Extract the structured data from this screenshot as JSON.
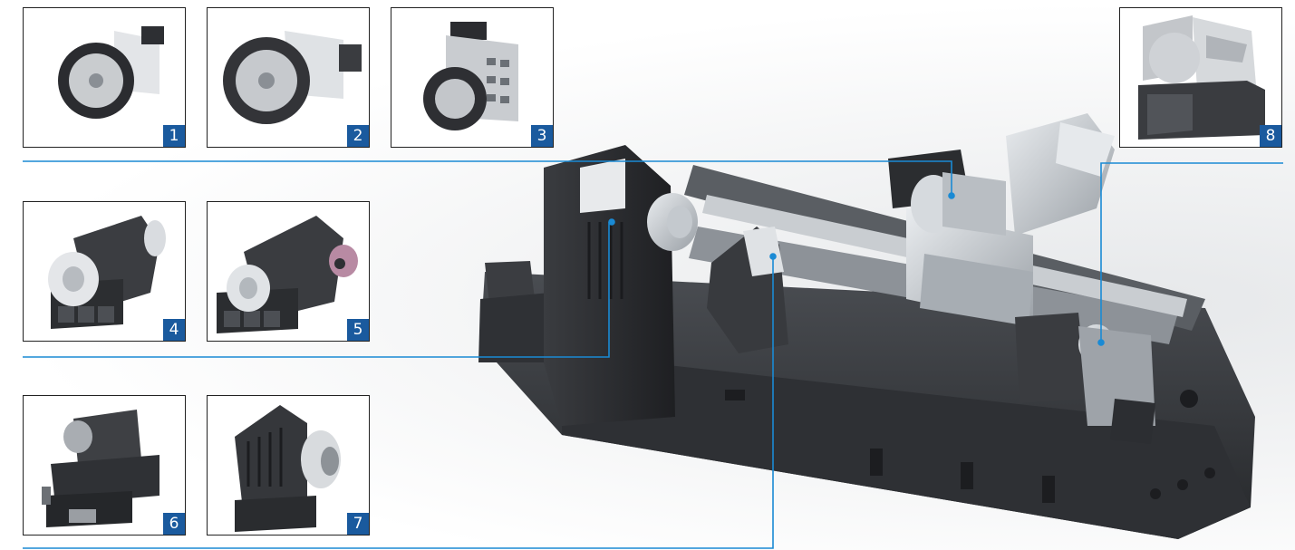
{
  "accent_color": "#1a5a9e",
  "line_color": "#1a8ad4",
  "thumbnails": [
    {
      "number": "1",
      "icon": "turret-disc-tool-icon"
    },
    {
      "number": "2",
      "icon": "turret-disc-tool-icon"
    },
    {
      "number": "3",
      "icon": "turret-block-tool-icon"
    },
    {
      "number": "4",
      "icon": "spindle-headstock-icon"
    },
    {
      "number": "5",
      "icon": "spindle-headstock-icon"
    },
    {
      "number": "6",
      "icon": "tailstock-icon"
    },
    {
      "number": "7",
      "icon": "sub-spindle-icon"
    },
    {
      "number": "8",
      "icon": "turret-unit-icon"
    }
  ]
}
